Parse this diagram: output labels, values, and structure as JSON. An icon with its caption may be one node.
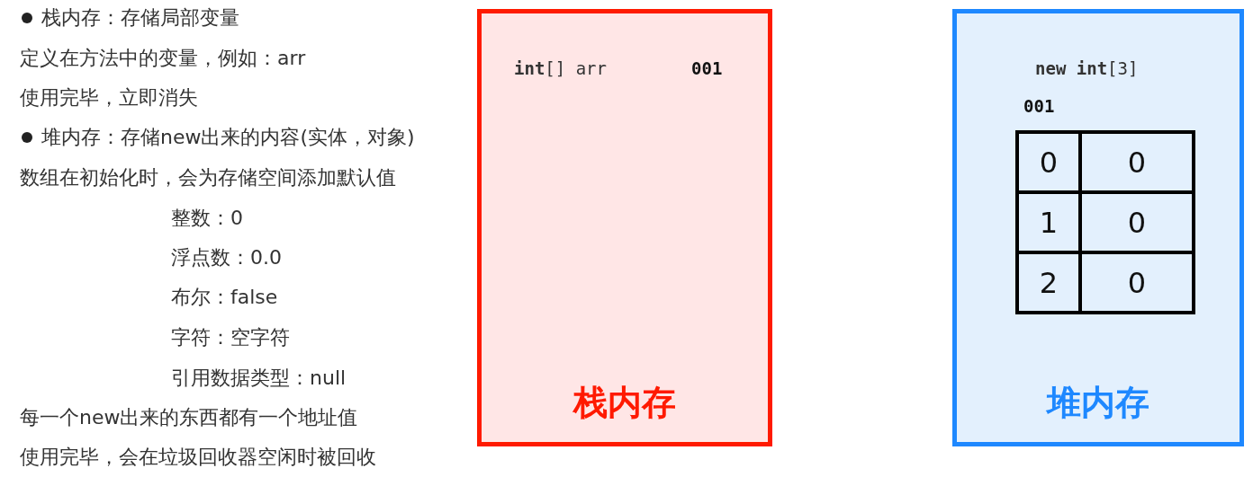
{
  "diagram": {
    "nodes": [
      {
        "text": [
          "**int**[] arr",
          "001",
          "栈内存"
        ]
      },
      {
        "text": [
          "**new int**[3]",
          "001",
          "堆内存"
        ]
      },
      {
        "text": [
          "0"
        ],
        "in": 1
      },
      {
        "text": [
          "0"
        ],
        "in": 1
      },
      {
        "text": [
          "1"
        ],
        "in": 1
      },
      {
        "text": [
          "0"
        ],
        "in": 1
      },
      {
        "text": [
          "2"
        ],
        "in": 1
      },
      {
        "text": [
          "0"
        ],
        "in": 1
      }
    ],
    "labels": [
      "栈内存：存储局部变量",
      "定义在方法中的变量，例如：arr",
      "使用完毕，立即消失",
      "堆内存：存储new出来的内容(实体，对象)",
      "数组在初始化时，会为存储空间添加默认值",
      "整数：0",
      "浮点数：0.0",
      "布尔：false",
      "字符：空字符",
      "引用数据类型：null",
      "每一个new出来的东西都有一个地址值",
      "使用完毕，会在垃圾回收器空闲时被回收"
    ]
  }
}
